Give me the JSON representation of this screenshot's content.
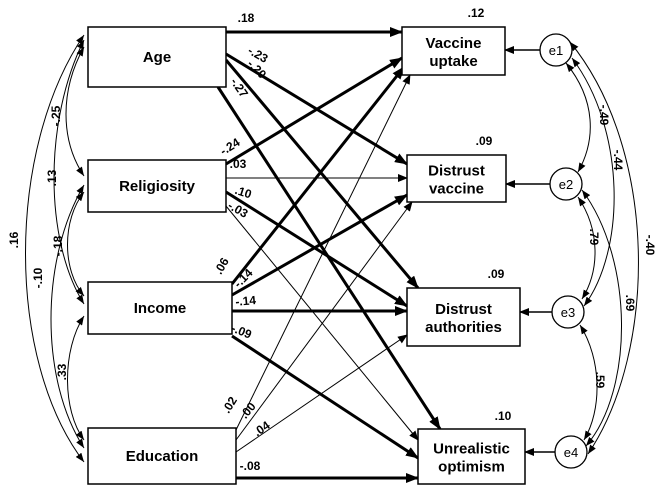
{
  "predictors": [
    {
      "id": "age",
      "label": "Age"
    },
    {
      "id": "religiosity",
      "label": "Religiosity"
    },
    {
      "id": "income",
      "label": "Income"
    },
    {
      "id": "education",
      "label": "Education"
    }
  ],
  "outcomes": [
    {
      "id": "vaccine_uptake",
      "lines": [
        "Vaccine",
        "uptake"
      ],
      "r2": ".12",
      "error": "e1"
    },
    {
      "id": "distrust_vaccine",
      "lines": [
        "Distrust",
        "vaccine"
      ],
      "r2": ".09",
      "error": "e2"
    },
    {
      "id": "distrust_authorities",
      "lines": [
        "Distrust",
        "authorities"
      ],
      "r2": ".09",
      "error": "e3"
    },
    {
      "id": "unrealistic_optimism",
      "lines": [
        "Unrealistic",
        "optimism"
      ],
      "r2": ".10",
      "error": "e4"
    }
  ],
  "paths": [
    {
      "from": "age",
      "to": "vaccine_uptake",
      "coef": ".18",
      "bold": true
    },
    {
      "from": "age",
      "to": "distrust_vaccine",
      "coef": "-.23",
      "bold": true
    },
    {
      "from": "age",
      "to": "distrust_authorities",
      "coef": "-.20",
      "bold": true
    },
    {
      "from": "age",
      "to": "unrealistic_optimism",
      "coef": "-.27",
      "bold": true
    },
    {
      "from": "religiosity",
      "to": "vaccine_uptake",
      "coef": "-.24",
      "bold": true
    },
    {
      "from": "religiosity",
      "to": "distrust_vaccine",
      "coef": ".03",
      "bold": false
    },
    {
      "from": "religiosity",
      "to": "distrust_authorities",
      "coef": ".10",
      "bold": true
    },
    {
      "from": "religiosity",
      "to": "unrealistic_optimism",
      "coef": "-.03",
      "bold": false
    },
    {
      "from": "income",
      "to": "vaccine_uptake",
      "coef": ".06",
      "bold": true
    },
    {
      "from": "income",
      "to": "distrust_vaccine",
      "coef": "-.14",
      "bold": true
    },
    {
      "from": "income",
      "to": "distrust_authorities",
      "coef": "-.14",
      "bold": true
    },
    {
      "from": "income",
      "to": "unrealistic_optimism",
      "coef": "-.09",
      "bold": true
    },
    {
      "from": "education",
      "to": "vaccine_uptake",
      "coef": ".02",
      "bold": false
    },
    {
      "from": "education",
      "to": "distrust_vaccine",
      "coef": ".00",
      "bold": false
    },
    {
      "from": "education",
      "to": "distrust_authorities",
      "coef": ".04",
      "bold": false
    },
    {
      "from": "education",
      "to": "unrealistic_optimism",
      "coef": "-.08",
      "bold": true
    }
  ],
  "predictor_correlations": [
    {
      "a": "age",
      "b": "religiosity",
      "coef": "-.25"
    },
    {
      "a": "religiosity",
      "b": "income",
      "coef": "-.18"
    },
    {
      "a": "income",
      "b": "education",
      "coef": ".33"
    },
    {
      "a": "age",
      "b": "income",
      "coef": ".13"
    },
    {
      "a": "religiosity",
      "b": "education",
      "coef": "-.10"
    },
    {
      "a": "age",
      "b": "education",
      "coef": ".16"
    }
  ],
  "error_correlations": [
    {
      "a": "e1",
      "b": "e2",
      "coef": "-.49"
    },
    {
      "a": "e2",
      "b": "e3",
      "coef": ".79"
    },
    {
      "a": "e3",
      "b": "e4",
      "coef": ".59"
    },
    {
      "a": "e1",
      "b": "e3",
      "coef": "-.44"
    },
    {
      "a": "e2",
      "b": "e4",
      "coef": ".69"
    },
    {
      "a": "e1",
      "b": "e4",
      "coef": "-.40"
    }
  ]
}
